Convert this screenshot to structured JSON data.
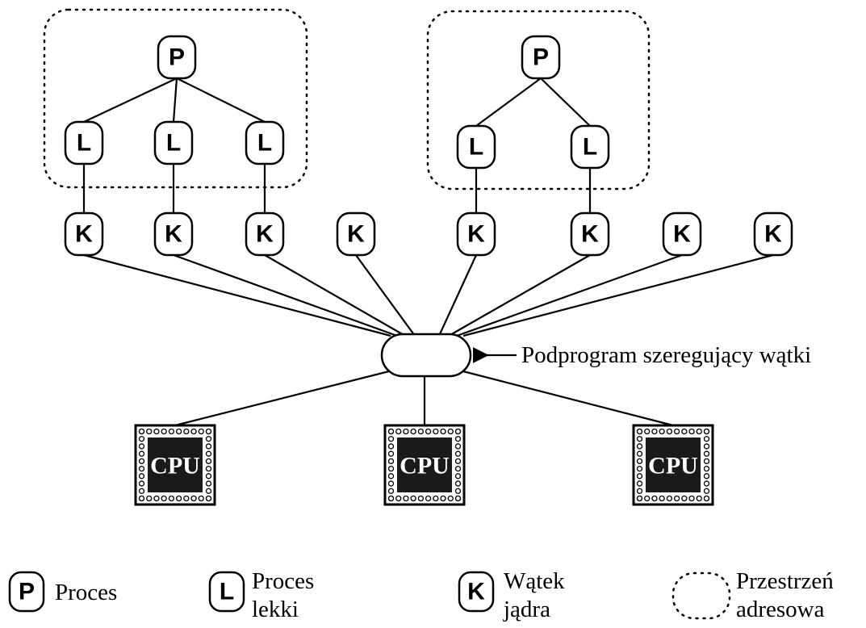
{
  "nodes": {
    "P1": {
      "label": "P"
    },
    "P2": {
      "label": "P"
    },
    "L1": {
      "label": "L"
    },
    "L2": {
      "label": "L"
    },
    "L3": {
      "label": "L"
    },
    "L4": {
      "label": "L"
    },
    "L5": {
      "label": "L"
    },
    "K1": {
      "label": "K"
    },
    "K2": {
      "label": "K"
    },
    "K3": {
      "label": "K"
    },
    "K4": {
      "label": "K"
    },
    "K5": {
      "label": "K"
    },
    "K6": {
      "label": "K"
    },
    "K7": {
      "label": "K"
    },
    "K8": {
      "label": "K"
    }
  },
  "edges": [
    [
      "P1",
      "L1"
    ],
    [
      "P1",
      "L2"
    ],
    [
      "P1",
      "L3"
    ],
    [
      "P2",
      "L4"
    ],
    [
      "P2",
      "L5"
    ],
    [
      "L1",
      "K1"
    ],
    [
      "L2",
      "K2"
    ],
    [
      "L3",
      "K3"
    ],
    [
      "L4",
      "K5"
    ],
    [
      "L5",
      "K6"
    ],
    [
      "K1",
      "SCH"
    ],
    [
      "K2",
      "SCH"
    ],
    [
      "K3",
      "SCH"
    ],
    [
      "K4",
      "SCH"
    ],
    [
      "K5",
      "SCH"
    ],
    [
      "K6",
      "SCH"
    ],
    [
      "K7",
      "SCH"
    ],
    [
      "K8",
      "SCH"
    ],
    [
      "SCH",
      "CPU1"
    ],
    [
      "SCH",
      "CPU2"
    ],
    [
      "SCH",
      "CPU3"
    ]
  ],
  "scheduler": {
    "label": "Podprogram szeregujący wątki"
  },
  "cpus": {
    "CPU1": {
      "label": "CPU"
    },
    "CPU2": {
      "label": "CPU"
    },
    "CPU3": {
      "label": "CPU"
    }
  },
  "legend": {
    "process": {
      "symbol": "P",
      "text": "Proces"
    },
    "light_process": {
      "symbol": "L",
      "line1": "Proces",
      "line2": "lekki"
    },
    "kernel_thread": {
      "symbol": "K",
      "line1": "Wątek",
      "line2": "jądra"
    },
    "address_space": {
      "line1": "Przestrzeń",
      "line2": "adresowa"
    }
  }
}
